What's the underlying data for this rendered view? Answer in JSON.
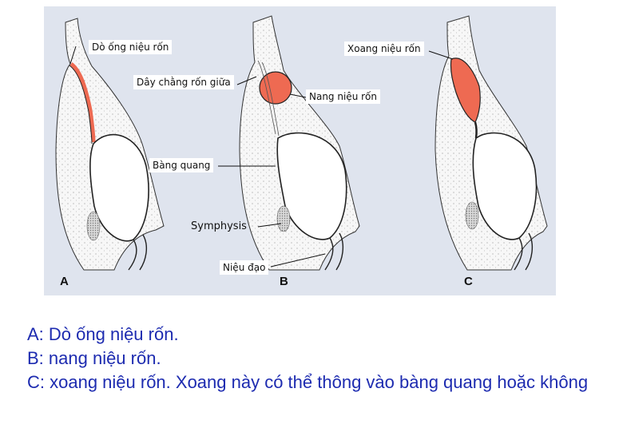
{
  "figure": {
    "colors": {
      "background": "#dfe4ee",
      "tissue": "#f7f7f7",
      "lesion": "#ee6a52",
      "outline": "#222222",
      "caption_text": "#1d2bb0"
    },
    "panels": [
      {
        "letter": "A",
        "labels": [
          "Dò ống niệu rốn"
        ]
      },
      {
        "letter": "B",
        "labels": [
          "Dây chằng rốn giữa",
          "Nang niệu rốn",
          "Bàng quang",
          "Symphysis",
          "Niệu đạo"
        ]
      },
      {
        "letter": "C",
        "labels": [
          "Xoang niệu rốn"
        ]
      }
    ]
  },
  "caption": {
    "line1": "A: Dò ống niệu rốn.",
    "line2": "B: nang niệu rốn.",
    "line3": "C: xoang niệu rốn. Xoang này có thể thông vào bàng quang hoặc không"
  }
}
